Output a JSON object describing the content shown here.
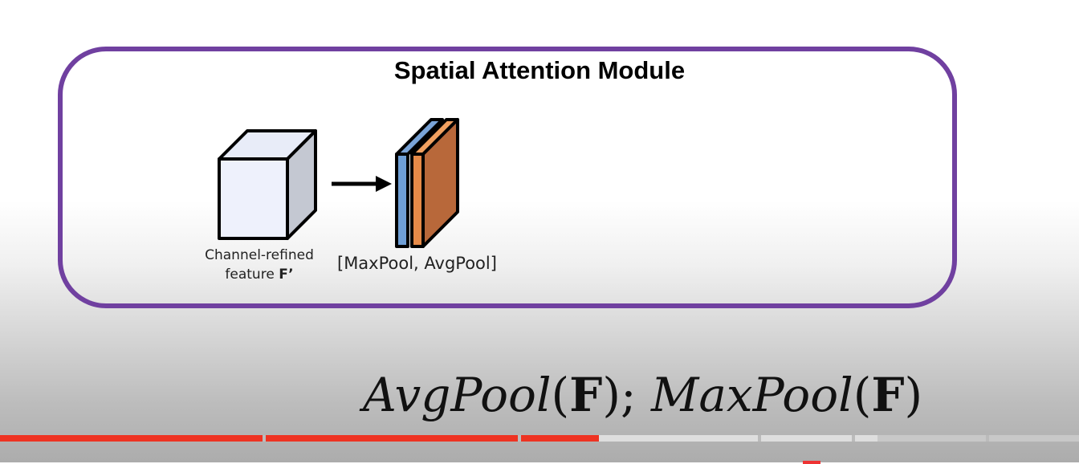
{
  "slide": {
    "title": "Spatial Attention Module",
    "input_label_line1": "Channel-refined",
    "input_label_line2": "feature ",
    "input_label_symbol": "F’",
    "output_label": "[MaxPool, AvgPool]",
    "formula": {
      "avg": "AvgPool",
      "sep": ";",
      "max": "MaxPool",
      "arg": "F"
    }
  },
  "colors": {
    "border": "#7040a0",
    "maxpool": "#6fa0d8",
    "avgpool": "#e08848",
    "progress_played": "#ee3322"
  },
  "player": {
    "progress_fraction": 0.555,
    "buffered_fraction": 0.813
  }
}
